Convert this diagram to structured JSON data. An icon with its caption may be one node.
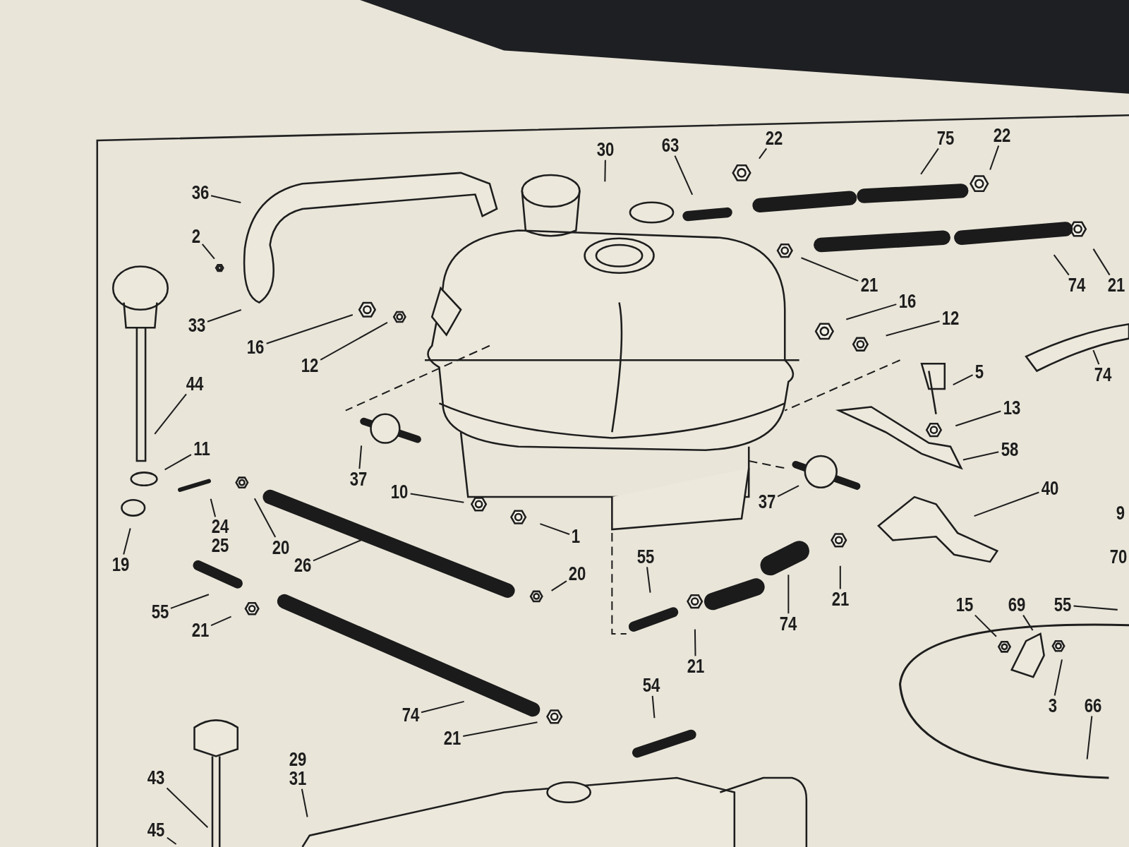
{
  "diagram": {
    "nodes": [
      {
        "text": [
          "36"
        ]
      },
      {
        "text": [
          "2"
        ]
      },
      {
        "text": [
          "33"
        ]
      },
      {
        "text": [
          "30"
        ]
      },
      {
        "text": [
          "63"
        ]
      },
      {
        "text": [
          "22"
        ]
      },
      {
        "text": [
          "75"
        ]
      },
      {
        "text": [
          "22"
        ]
      },
      {
        "text": [
          "21"
        ]
      },
      {
        "text": [
          "74"
        ]
      },
      {
        "text": [
          "21"
        ]
      },
      {
        "text": [
          "16"
        ]
      },
      {
        "text": [
          "12"
        ]
      },
      {
        "text": [
          "74"
        ]
      },
      {
        "text": [
          "5"
        ]
      },
      {
        "text": [
          "13"
        ]
      },
      {
        "text": [
          "58"
        ]
      },
      {
        "text": [
          "40"
        ]
      },
      {
        "text": [
          "37"
        ]
      },
      {
        "text": [
          "44"
        ]
      },
      {
        "text": [
          "11"
        ]
      },
      {
        "text": [
          "19"
        ]
      },
      {
        "text": [
          "24",
          "25"
        ]
      },
      {
        "text": [
          "20"
        ]
      },
      {
        "text": [
          "16"
        ]
      },
      {
        "text": [
          "12"
        ]
      },
      {
        "text": [
          "37"
        ]
      },
      {
        "text": [
          "10"
        ]
      },
      {
        "text": [
          "1"
        ]
      },
      {
        "text": [
          "26"
        ]
      },
      {
        "text": [
          "20"
        ]
      },
      {
        "text": [
          "55"
        ]
      },
      {
        "text": [
          "21"
        ]
      },
      {
        "text": [
          "55"
        ]
      },
      {
        "text": [
          "21"
        ]
      },
      {
        "text": [
          "74"
        ]
      },
      {
        "text": [
          "21"
        ]
      },
      {
        "text": [
          "74"
        ]
      },
      {
        "text": [
          "21"
        ]
      },
      {
        "text": [
          "54"
        ]
      },
      {
        "text": [
          "15"
        ]
      },
      {
        "text": [
          "69"
        ]
      },
      {
        "text": [
          "55"
        ]
      },
      {
        "text": [
          "3"
        ]
      },
      {
        "text": [
          "66"
        ]
      },
      {
        "text": [
          "43"
        ]
      },
      {
        "text": [
          "45"
        ]
      },
      {
        "text": [
          "29",
          "31"
        ]
      }
    ],
    "edges": [
      {
        "from": 0,
        "to": null,
        "arrow": "none"
      },
      {
        "from": 1,
        "to": null,
        "arrow": "none"
      },
      {
        "from": 2,
        "to": null,
        "arrow": "none"
      },
      {
        "from": 3,
        "to": null,
        "arrow": "none"
      },
      {
        "from": 4,
        "to": null,
        "arrow": "none"
      },
      {
        "from": 5,
        "to": null,
        "arrow": "none"
      },
      {
        "from": 6,
        "to": null,
        "arrow": "none"
      },
      {
        "from": 7,
        "to": null,
        "arrow": "none"
      },
      {
        "from": 8,
        "to": null,
        "arrow": "none"
      },
      {
        "from": 9,
        "to": null,
        "arrow": "none"
      },
      {
        "from": 10,
        "to": null,
        "arrow": "none"
      },
      {
        "from": 11,
        "to": null,
        "arrow": "none"
      },
      {
        "from": 12,
        "to": null,
        "arrow": "none"
      },
      {
        "from": 13,
        "to": null,
        "arrow": "none"
      },
      {
        "from": 14,
        "to": null,
        "arrow": "none"
      },
      {
        "from": 15,
        "to": null,
        "arrow": "none"
      },
      {
        "from": 16,
        "to": null,
        "arrow": "none"
      },
      {
        "from": 17,
        "to": null,
        "arrow": "none"
      },
      {
        "from": 18,
        "to": null,
        "arrow": "none"
      },
      {
        "from": 19,
        "to": null,
        "arrow": "none"
      },
      {
        "from": 20,
        "to": null,
        "arrow": "none"
      },
      {
        "from": 21,
        "to": null,
        "arrow": "none"
      },
      {
        "from": 22,
        "to": null,
        "arrow": "none"
      },
      {
        "from": 23,
        "to": null,
        "arrow": "none"
      },
      {
        "from": 24,
        "to": null,
        "arrow": "none"
      },
      {
        "from": 25,
        "to": null,
        "arrow": "none"
      },
      {
        "from": 26,
        "to": null,
        "arrow": "none"
      },
      {
        "from": 27,
        "to": null,
        "arrow": "none"
      },
      {
        "from": 28,
        "to": null,
        "arrow": "none"
      },
      {
        "from": 29,
        "to": null,
        "arrow": "none"
      },
      {
        "from": 30,
        "to": null,
        "arrow": "none"
      },
      {
        "from": 31,
        "to": null,
        "arrow": "none"
      },
      {
        "from": 32,
        "to": null,
        "arrow": "none"
      },
      {
        "from": 33,
        "to": null,
        "arrow": "none"
      },
      {
        "from": 34,
        "to": null,
        "arrow": "none"
      },
      {
        "from": 35,
        "to": null,
        "arrow": "none"
      },
      {
        "from": 36,
        "to": null,
        "arrow": "none"
      },
      {
        "from": 37,
        "to": null,
        "arrow": "none"
      },
      {
        "from": 38,
        "to": null,
        "arrow": "none"
      },
      {
        "from": 39,
        "to": null,
        "arrow": "none"
      },
      {
        "from": 40,
        "to": null,
        "arrow": "none"
      },
      {
        "from": 41,
        "to": null,
        "arrow": "none"
      },
      {
        "from": 42,
        "to": null,
        "arrow": "none"
      },
      {
        "from": 43,
        "to": null,
        "arrow": "none"
      },
      {
        "from": 44,
        "to": null,
        "arrow": "none"
      },
      {
        "from": 45,
        "to": null,
        "arrow": "none"
      },
      {
        "from": 46,
        "to": null,
        "arrow": "none"
      },
      {
        "from": 47,
        "to": null,
        "arrow": "none"
      }
    ],
    "labels": [
      "9",
      "70"
    ]
  }
}
